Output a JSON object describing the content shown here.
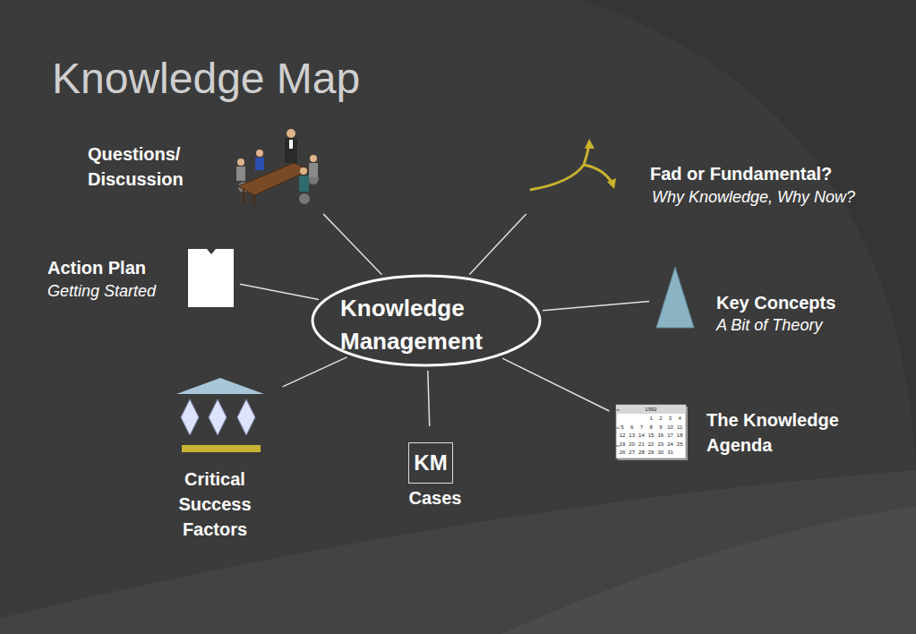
{
  "diagram": {
    "title": "Knowledge Map",
    "nodes": [
      {
        "text": [
          "Questions/ Discussion"
        ]
      },
      {
        "text": [
          "Fad or Fundamental?",
          "Why Knowledge, Why Now?"
        ]
      },
      {
        "text": [
          "Action Plan",
          "Getting Started"
        ]
      },
      {
        "text": [
          "Knowledge Management"
        ]
      },
      {
        "text": [
          "Key Concepts",
          "A Bit of Theory"
        ]
      },
      {
        "text": [
          "Critical Success Factors"
        ]
      },
      {
        "text": [
          "KM",
          "Cases"
        ]
      },
      {
        "text": [
          "The Knowledge Agenda"
        ]
      }
    ],
    "edges": [
      {
        "from": 3,
        "to": 0,
        "arrow": "none"
      },
      {
        "from": 3,
        "to": 1,
        "arrow": "none"
      },
      {
        "from": 3,
        "to": 2,
        "arrow": "none"
      },
      {
        "from": 3,
        "to": 4,
        "arrow": "none"
      },
      {
        "from": 3,
        "to": 5,
        "arrow": "none"
      },
      {
        "from": 3,
        "to": 6,
        "arrow": "none"
      },
      {
        "from": 3,
        "to": 7,
        "arrow": "none"
      }
    ],
    "labels": [
      "1992",
      "1",
      "2",
      "3",
      "4",
      "5",
      "6",
      "7",
      "8",
      "9",
      "10",
      "11",
      "12",
      "13",
      "14",
      "15",
      "16",
      "17",
      "18",
      "19",
      "20",
      "21",
      "22",
      "23",
      "24",
      "25",
      "26",
      "27",
      "28",
      "29",
      "30",
      "31"
    ]
  }
}
